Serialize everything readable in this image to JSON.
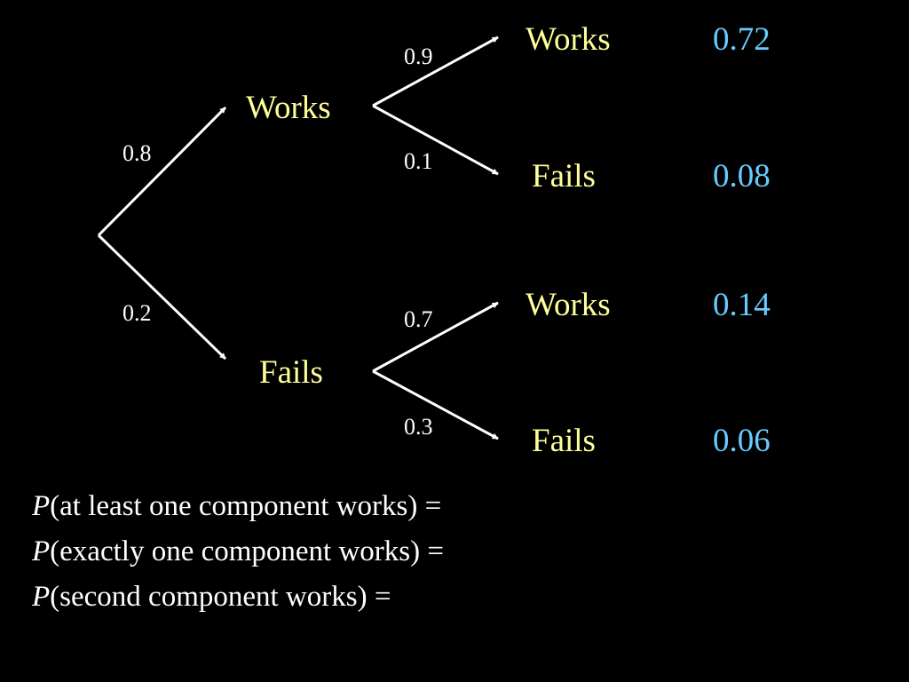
{
  "colors": {
    "background": "#000000",
    "node_text": "#FFFF99",
    "probability_text": "#FFFFFF",
    "result_text": "#66CCFF",
    "question_text": "#FFFFFF",
    "branch_lines": "#FFFFFF"
  },
  "tree": {
    "first": {
      "works": {
        "label": "Works",
        "prob": "0.8"
      },
      "fails": {
        "label": "Fails",
        "prob": "0.2"
      }
    },
    "second": {
      "works_works": {
        "label": "Works",
        "prob": "0.9",
        "result": "0.72"
      },
      "works_fails": {
        "label": "Fails",
        "prob": "0.1",
        "result": "0.08"
      },
      "fails_works": {
        "label": "Works",
        "prob": "0.7",
        "result": "0.14"
      },
      "fails_fails": {
        "label": "Fails",
        "prob": "0.3",
        "result": "0.06"
      }
    }
  },
  "questions": [
    {
      "p": "P",
      "text": "(at least one component works) ="
    },
    {
      "p": "P",
      "text": "(exactly one component works) ="
    },
    {
      "p": "P",
      "text": "(second component works) ="
    }
  ]
}
